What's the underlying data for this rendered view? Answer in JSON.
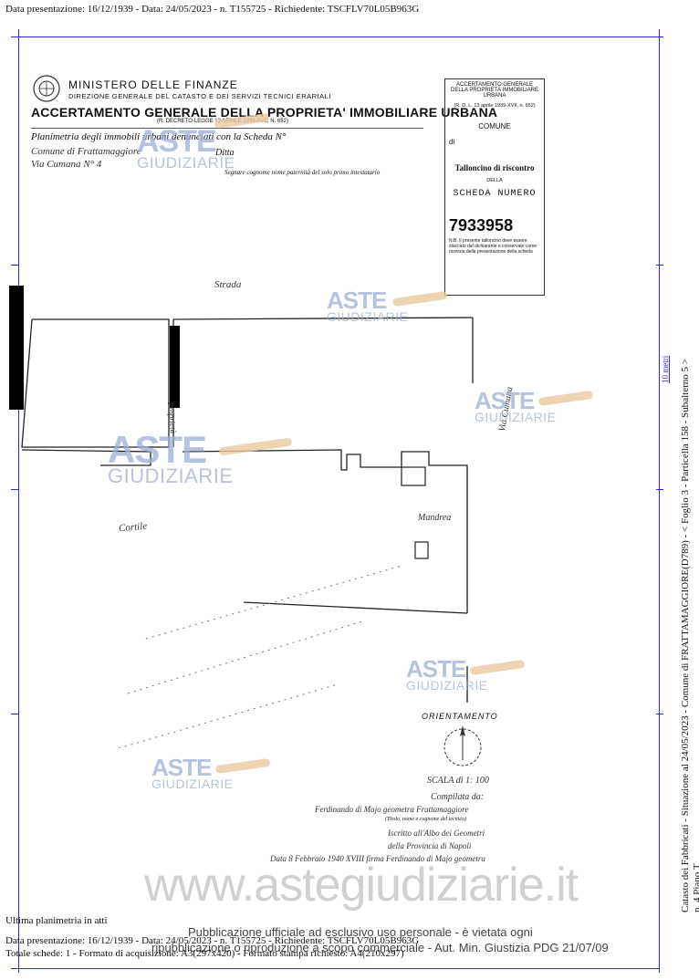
{
  "header": {
    "top_line": "Data presentazione: 16/12/1939 - Data: 24/05/2023 - n. T155725 - Richiedente: TSCFLV70L05B963G"
  },
  "form": {
    "ministero": "MINISTERO DELLE FINANZE",
    "direzione": "DIREZIONE GENERALE DEL CATASTO E DEI SERVIZI TECNICI ERARIALI",
    "title": "ACCERTAMENTO GENERALE DELLA PROPRIETA' IMMOBILIARE URBANA",
    "decreto": "(R. DECRETO-LEGGE 13 APRILE 1939-XVII, N. 652)",
    "planimetria_label": "Planimetria degli immobili urbani denunciati con la Scheda N°",
    "comune_label": "Comune di Frattamaggiore",
    "ditta_label": "Ditta",
    "via_label": "Via Cumana N° 4",
    "segnare_label": "Segnare cognome nome paternità del solo primo intestatario"
  },
  "card": {
    "line1": "ACCERTAMENTO GENERALE DELLA PROPRIETÀ IMMOBILIARE URBANA",
    "line2": "(R. D. L. 13 aprile 1939-XVII, n. 652)",
    "comune": "COMUNE",
    "di": "di",
    "tallon": "Talloncino di riscontro",
    "della": "DELLA",
    "scheda": "SCHEDA NUMERO",
    "number": "7933958",
    "note": "N.B. Il presente talloncino deve essere staccato dal dichiarante e conservato come ricevuta della presentazione della scheda"
  },
  "plan": {
    "label_strada": "Strada",
    "label_cortile": "Cortile",
    "label_mandre": "Mandrea",
    "label_via": "Via Cumana",
    "label_confine": "Proprietà",
    "orientamento": "ORIENTAMENTO",
    "scala": "SCALA di 1: 100",
    "compilata": "Compilata da:",
    "compilatore": "Ferdinando di Majo geometra Frattamaggiore",
    "compilatore_note": "(Titolo, nome e cognome del tecnico)",
    "iscritto": "Iscritto all'Albo dei Geometri",
    "provincia": "della Provincia di Napoli",
    "data_firma": "Data 8 Febbraio 1940 XVIII firma Ferdinando di Majo geometra"
  },
  "side": {
    "catasto": "Catasto dei Fabbricati - Situazione al 24/05/2023 - Comune di FRATTAMAGGIORE(D789) - < Foglio 3 - Particella 158 - Subalterno 5 >",
    "piano": "n. 4 Piano T",
    "blue_label": "10 metri"
  },
  "watermarks": {
    "aste": "ASTE",
    "giudiziarie": "GIUDIZIARIE",
    "big": "www.astegiudiziarie.it"
  },
  "footer": {
    "ultima": "Ultima planimetria in atti",
    "data_line": "Data presentazione: 16/12/1939 - Data: 24/05/2023 - n. T155725 - Richiedente: TSCFLV70L05B963G",
    "totale": "Totale schede: 1 - Formato di acquisizione: A3(297x420) - Formato stampa richiesto: A4(210x297)",
    "pub1": "Pubblicazione ufficiale ad esclusivo uso personale - è vietata ogni",
    "pub2": "ripubblicazione o riproduzione a scopo commerciale - Aut. Min. Giustizia PDG 21/07/09"
  }
}
